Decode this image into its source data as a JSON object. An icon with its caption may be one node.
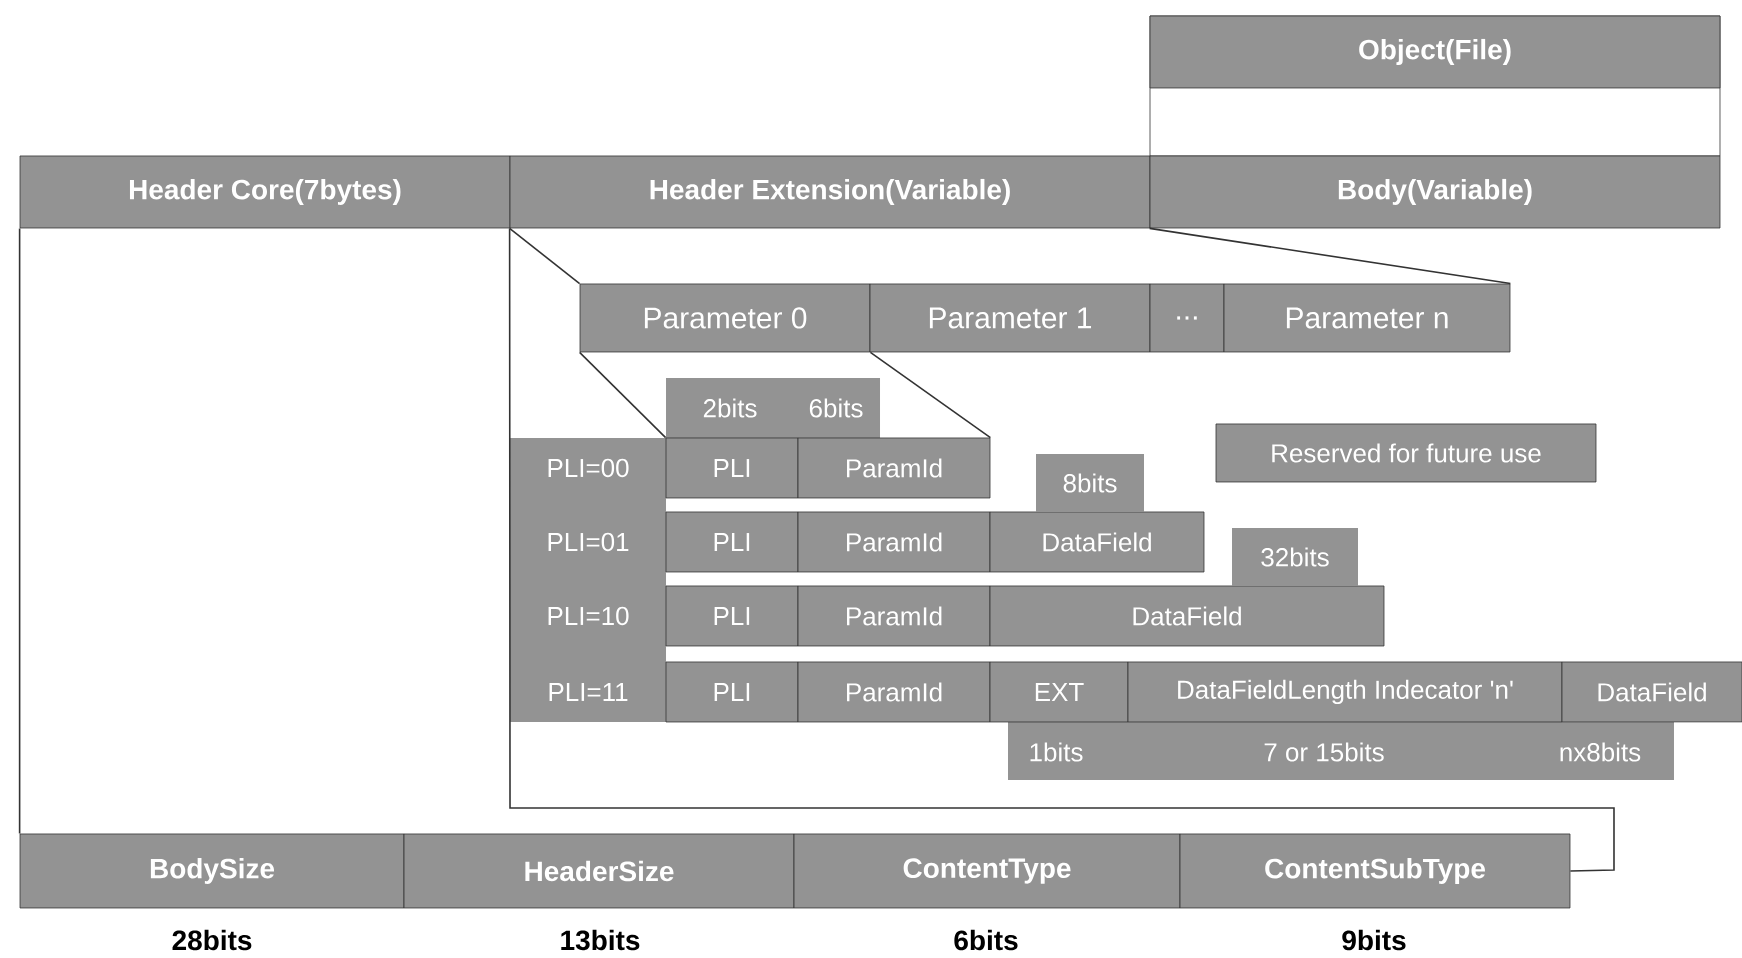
{
  "diagram": {
    "nodes": [
      {
        "text": [
          "Object(File)"
        ]
      },
      {
        "text": [
          "Header Core(7bytes)"
        ]
      },
      {
        "text": [
          "Header Extension(Variable)"
        ]
      },
      {
        "text": [
          "Body(Variable)"
        ]
      },
      {
        "text": [
          "Parameter 0"
        ]
      },
      {
        "text": [
          "Parameter 1"
        ]
      },
      {
        "text": [
          "..."
        ]
      },
      {
        "text": [
          "Parameter n"
        ]
      },
      {
        "text": [
          "Reserved for future use"
        ]
      },
      {
        "text": [
          "PLI"
        ]
      },
      {
        "text": [
          "ParamId"
        ]
      },
      {
        "text": [
          "PLI"
        ]
      },
      {
        "text": [
          "ParamId"
        ]
      },
      {
        "text": [
          "DataField"
        ]
      },
      {
        "text": [
          "PLI"
        ]
      },
      {
        "text": [
          "ParamId"
        ]
      },
      {
        "text": [
          "DataField"
        ]
      },
      {
        "text": [
          "PLI"
        ]
      },
      {
        "text": [
          "ParamId"
        ]
      },
      {
        "text": [
          "EXT"
        ]
      },
      {
        "text": [
          "DataFieldLength Indecator 'n'"
        ]
      },
      {
        "text": [
          "DataField"
        ]
      },
      {
        "text": [
          "BodySize"
        ]
      },
      {
        "text": [
          "HeaderSize"
        ]
      },
      {
        "text": [
          "ContentType"
        ]
      },
      {
        "text": [
          "ContentSubType"
        ]
      }
    ],
    "edges": [
      {
        "from": 1,
        "to": 22,
        "arrow": "none"
      },
      {
        "from": 2,
        "to": 4,
        "arrow": "none"
      },
      {
        "from": 3,
        "to": 7,
        "arrow": "none"
      },
      {
        "from": 4,
        "to": 9,
        "arrow": "none"
      },
      {
        "from": 4,
        "to": 10,
        "arrow": "none"
      },
      {
        "from": 2,
        "to": 25,
        "arrow": "none"
      }
    ],
    "labels": [
      "2bits",
      "6bits",
      "PLI=00",
      "8bits",
      "PLI=01",
      "32bits",
      "PLI=10",
      "PLI=11",
      "1bits",
      "7 or 15bits",
      "nx8bits",
      "28bits",
      "13bits",
      "6bits",
      "9bits"
    ]
  }
}
